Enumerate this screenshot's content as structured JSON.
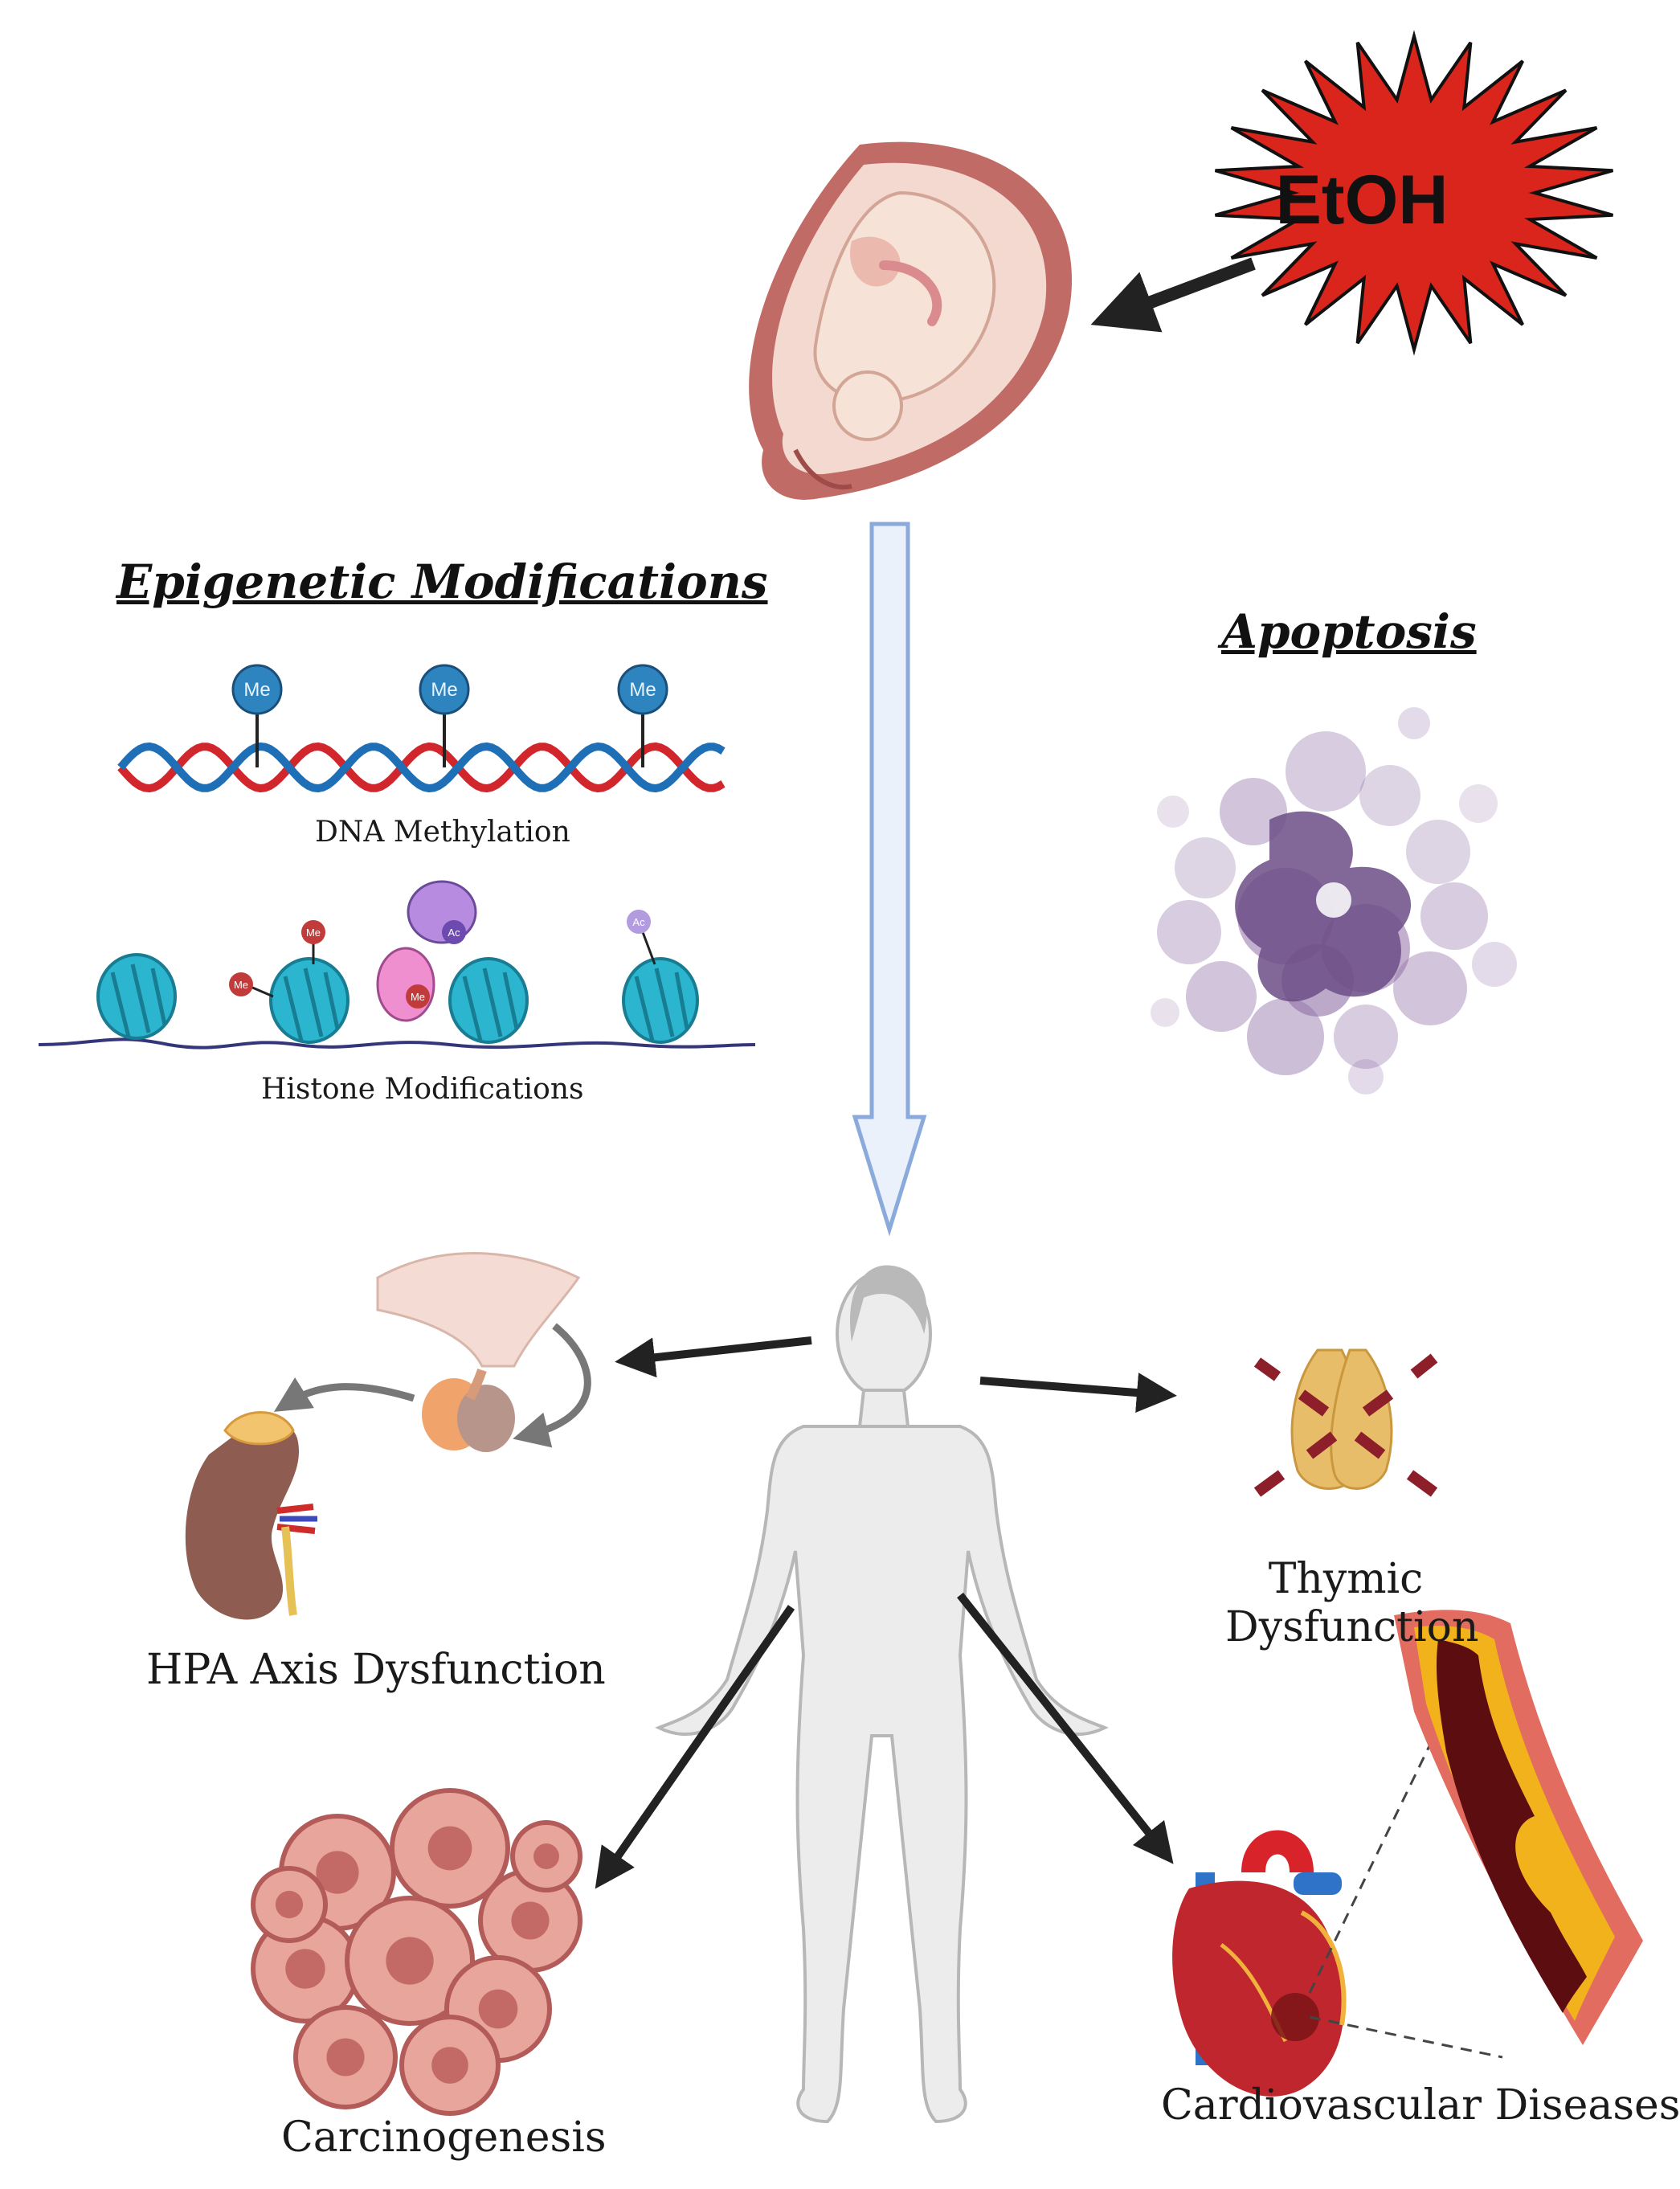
{
  "stressor": {
    "label": "EtOH",
    "color": "#d9251c"
  },
  "epigenetic": {
    "title": "Epigenetic Modifications",
    "methyl_tag": "Me",
    "acetyl_tag": "Ac",
    "dna_caption": "DNA Methylation",
    "histone_caption": "Histone Modifications"
  },
  "apoptosis": {
    "title": "Apoptosis"
  },
  "outcomes": {
    "hpa": "HPA Axis Dysfunction",
    "thymic_line1": "Thymic",
    "thymic_line2": "Dysfunction",
    "carcinogenesis": "Carcinogenesis",
    "cardio": "Cardiovascular Diseases"
  },
  "colors": {
    "arrow": "#222222",
    "flow_arrow_fill": "#eaf1fb",
    "flow_arrow_stroke": "#8aaadb",
    "dna_red": "#d2262d",
    "dna_blue": "#1f6fb6",
    "nucleosome": "#2bb5cf",
    "apoptosis": "#7a5a93",
    "tumor": "#d98e86",
    "thymus": "#e8bd6a",
    "cross": "#8c1f2a"
  }
}
